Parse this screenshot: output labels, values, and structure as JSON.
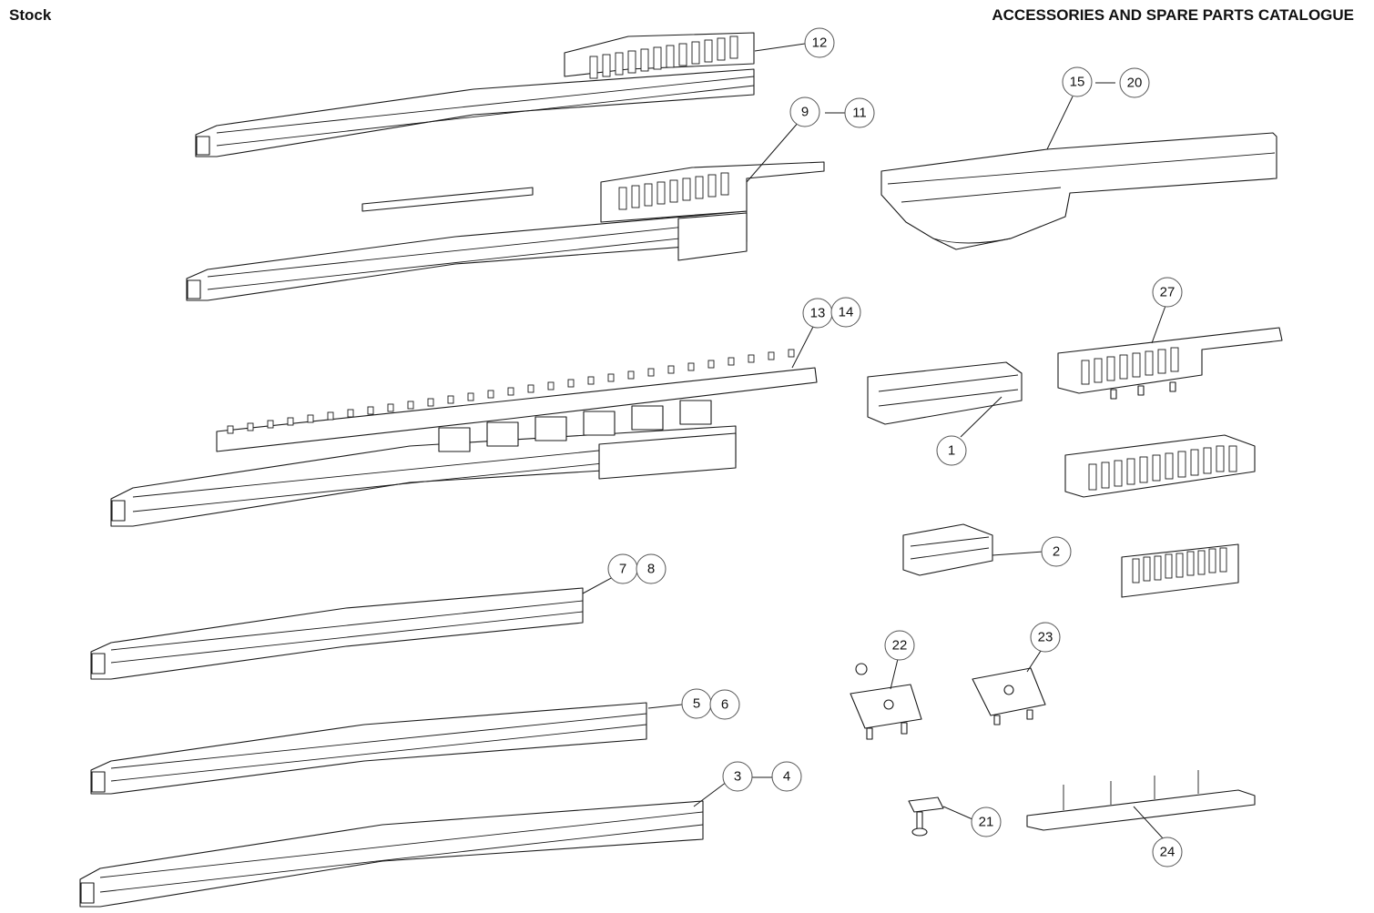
{
  "header": {
    "left_title": "Stock",
    "right_title": "ACCESSORIES AND SPARE PARTS CATALOGUE"
  },
  "callouts": {
    "c12": "12",
    "c9": "9",
    "c11": "11",
    "c15": "15",
    "c20": "20",
    "c13": "13",
    "c14": "14",
    "c27": "27",
    "c1": "1",
    "c2": "2",
    "c7": "7",
    "c8": "8",
    "c22": "22",
    "c23": "23",
    "c5": "5",
    "c6": "6",
    "c3": "3",
    "c4": "4",
    "c21": "21",
    "c24": "24"
  }
}
